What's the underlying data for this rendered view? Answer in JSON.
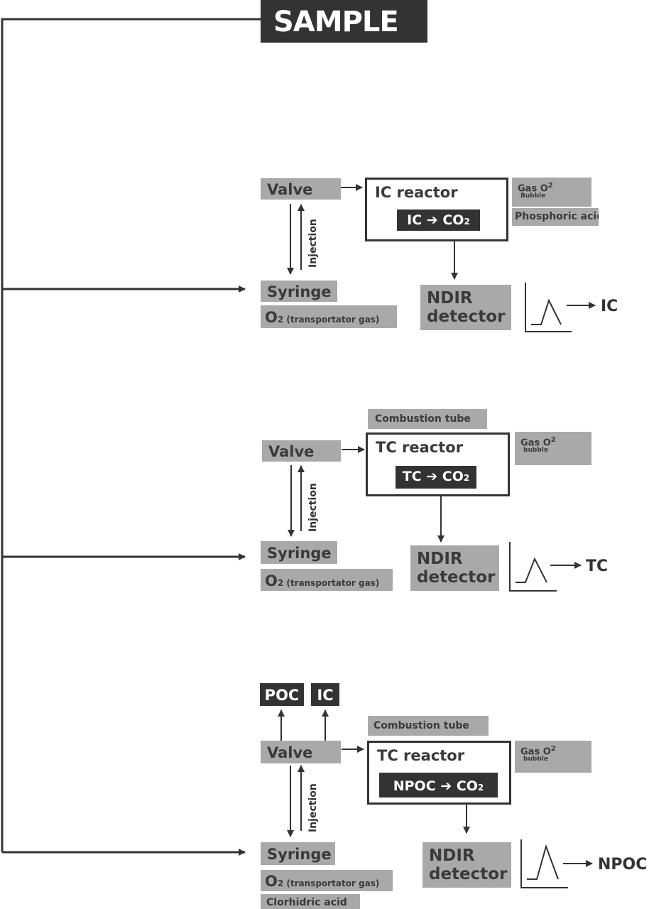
{
  "sample": "SAMPLE",
  "injection": "Injection",
  "valve": "Valve",
  "syringe": "Syringe",
  "o2_transport": {
    "o": "O",
    "sub": "2",
    "text": " (transportator gas)"
  },
  "ndir": {
    "line1": "NDIR",
    "line2": "detector"
  },
  "gas": {
    "text": "Gas O",
    "sup": "2",
    "bubble_ic": "Bubble",
    "bubble_tc": "bubble"
  },
  "combustion_tube": "Combustion tube",
  "co2": {
    "co": "CO",
    "sub": "2"
  },
  "sections": {
    "ic": {
      "reactor": "IC reactor",
      "conv_from": "IC",
      "reagent": "Phosphoric acid",
      "output": "IC"
    },
    "tc": {
      "reactor": "TC reactor",
      "conv_from": "TC",
      "output": "TC"
    },
    "npoc": {
      "reactor": "TC reactor",
      "conv_from": "NPOC",
      "reagent": "Clorhidric acid",
      "outlets": [
        "POC",
        "IC"
      ],
      "output": "NPOC"
    }
  }
}
